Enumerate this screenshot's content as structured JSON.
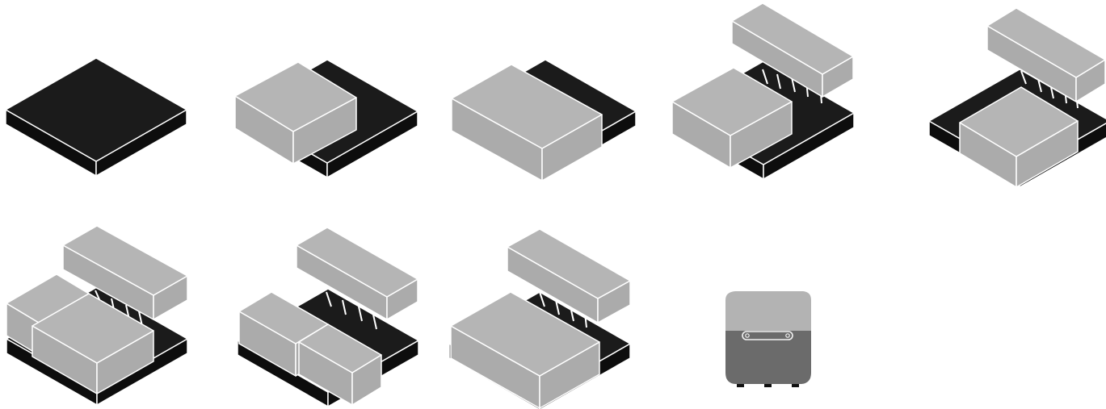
{
  "colors": {
    "background": "#ffffff",
    "base_top": "#1b1b1b",
    "base_side": "#0d0d0d",
    "block_top": "#b5b5b5",
    "block_side": "#ababab",
    "outline": "#ffffff",
    "device_lid": "#b3b3b3",
    "device_body": "#6b6b6b"
  },
  "figures": [
    {
      "name": "config-base-only",
      "contents": [
        "base"
      ]
    },
    {
      "name": "config-small-block",
      "contents": [
        "base",
        "small-block"
      ]
    },
    {
      "name": "config-large-block",
      "contents": [
        "base",
        "large-block"
      ]
    },
    {
      "name": "config-small-block-raised-lid",
      "contents": [
        "base",
        "small-block",
        "raised-block",
        "springs"
      ]
    },
    {
      "name": "config-framed-block-raised-lid",
      "contents": [
        "base",
        "framed-block",
        "raised-block",
        "springs"
      ]
    },
    {
      "name": "config-l-shape-raised-lid",
      "contents": [
        "base",
        "l-block",
        "raised-block",
        "springs"
      ]
    },
    {
      "name": "config-two-blocks-raised-lid",
      "contents": [
        "base",
        "two-blocks",
        "raised-block",
        "springs"
      ]
    },
    {
      "name": "config-large-block-raised-lid",
      "contents": [
        "base",
        "large-block",
        "raised-block",
        "springs"
      ]
    },
    {
      "name": "device-front-view",
      "contents": [
        "device"
      ]
    }
  ]
}
